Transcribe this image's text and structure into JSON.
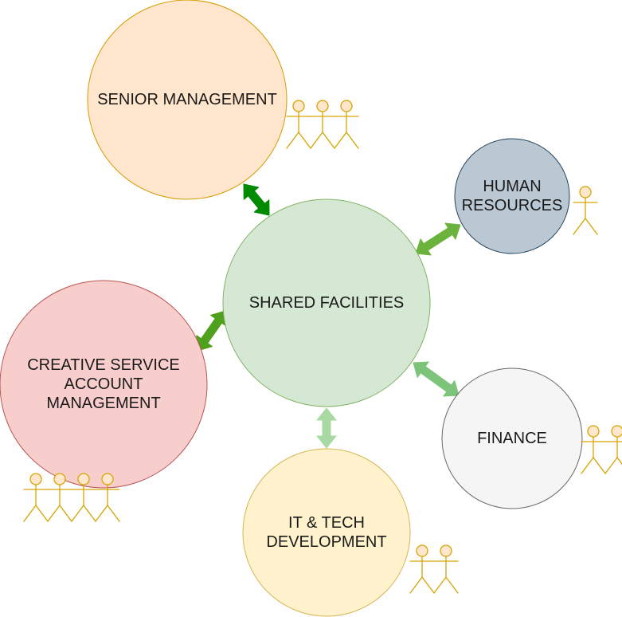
{
  "nodes": {
    "shared": {
      "lines": [
        "SHARED FACILITIES"
      ],
      "fill": "#d5e8d4",
      "stroke": "#82b366"
    },
    "senior": {
      "lines": [
        "SENIOR MANAGEMENT"
      ],
      "fill": "#ffe6cc",
      "stroke": "#d79b00"
    },
    "hr": {
      "lines": [
        "HUMAN",
        "RESOURCES"
      ],
      "fill": "#bac8d3",
      "stroke": "#23445d"
    },
    "finance": {
      "lines": [
        "FINANCE"
      ],
      "fill": "#f5f5f5",
      "stroke": "#666666"
    },
    "it": {
      "lines": [
        "IT & TECH",
        "DEVELOPMENT"
      ],
      "fill": "#fff2cc",
      "stroke": "#d6b656"
    },
    "creative": {
      "lines": [
        "CREATIVE SERVICE",
        "ACCOUNT",
        "MANAGEMENT"
      ],
      "fill": "#f8cecc",
      "stroke": "#b85450"
    }
  },
  "connectors": [
    {
      "from": "shared",
      "to": "senior",
      "color": "#008a00"
    },
    {
      "from": "shared",
      "to": "hr",
      "color": "#6cb33e"
    },
    {
      "from": "shared",
      "to": "creative",
      "color": "#4fa01c"
    },
    {
      "from": "shared",
      "to": "finance",
      "color": "#7cc47a"
    },
    {
      "from": "shared",
      "to": "it",
      "color": "#a9d9a3"
    }
  ],
  "people_icon": {
    "name": "person-icon",
    "fill": "#ffe6cc",
    "stroke": "#d6a400"
  },
  "people_groups": [
    {
      "node": "senior",
      "count": 3
    },
    {
      "node": "hr",
      "count": 1
    },
    {
      "node": "finance",
      "count": 2
    },
    {
      "node": "it",
      "count": 2
    },
    {
      "node": "creative",
      "count": 4
    }
  ]
}
